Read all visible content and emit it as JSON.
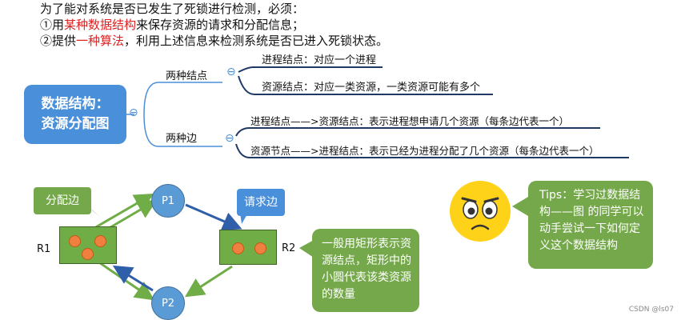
{
  "intro": {
    "line1": "为了能对系统是否已发生了死锁进行检测，必须：",
    "line2_pre": "①用",
    "line2_red": "某种数据结构",
    "line2_post": "来保存资源的请求和分配信息；",
    "line3_pre": "②提供",
    "line3_red": "一种算法",
    "line3_post": "，利用上述信息来检测系统是否已进入死锁状态。"
  },
  "tree": {
    "root_line1": "数据结构：",
    "root_line2": "资源分配图",
    "collapse_symbol": "⊖",
    "branch1": {
      "label": "两种结点",
      "children": [
        "进程结点：对应一个进程",
        "资源结点：对应一类资源，一类资源可能有多个"
      ]
    },
    "branch2": {
      "label": "两种边",
      "children": [
        "进程结点——>资源结点：表示进程想申请几个资源（每条边代表一个）",
        "资源节点——>进程结点：表示已经为进程分配了几个资源（每条边代表一个）"
      ]
    }
  },
  "graph": {
    "alloc_label": "分配边",
    "request_label": "请求边",
    "p1": "P1",
    "p2": "P2",
    "r1": "R1",
    "r2": "R2",
    "note": "一般用矩形表示资源结点，矩形中的小圆代表该类资源的数量"
  },
  "tips": "Tips：学习过数据结构——图 的同学可以动手尝试一下如何定义这个数据结构",
  "watermark": "CSDN @ls07",
  "colors": {
    "accent_blue": "#4a8fd9",
    "accent_green": "#74a84a",
    "highlight_red": "#e02020",
    "face_yellow": "#ffd21a"
  }
}
